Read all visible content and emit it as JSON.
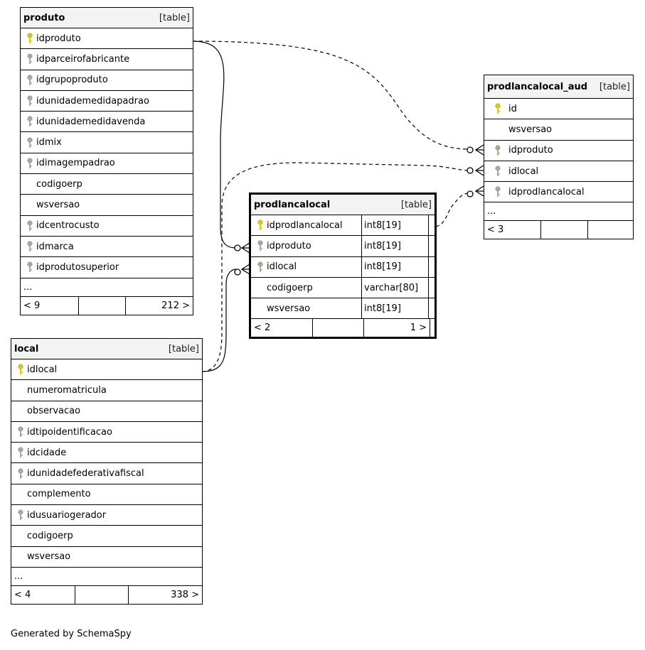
{
  "tables": {
    "produto": {
      "name": "produto",
      "tag": "[table]",
      "rows": [
        {
          "label": "idproduto",
          "key": "pk"
        },
        {
          "label": "idparceirofabricante",
          "key": "fk"
        },
        {
          "label": "idgrupoproduto",
          "key": "fk"
        },
        {
          "label": "idunidademedidapadrao",
          "key": "fk"
        },
        {
          "label": "idunidademedidavenda",
          "key": "fk"
        },
        {
          "label": "idmix",
          "key": "fk"
        },
        {
          "label": "idimagempadrao",
          "key": "fk"
        },
        {
          "label": "codigoerp",
          "key": ""
        },
        {
          "label": "wsversao",
          "key": ""
        },
        {
          "label": "idcentrocusto",
          "key": "fk"
        },
        {
          "label": "idmarca",
          "key": "fk"
        },
        {
          "label": "idprodutosuperior",
          "key": "fk"
        }
      ],
      "ellipsis": "...",
      "footer_left": "< 9",
      "footer_right": "212 >"
    },
    "local": {
      "name": "local",
      "tag": "[table]",
      "rows": [
        {
          "label": "idlocal",
          "key": "pk"
        },
        {
          "label": "numeromatricula",
          "key": ""
        },
        {
          "label": "observacao",
          "key": ""
        },
        {
          "label": "idtipoidentificacao",
          "key": "fk"
        },
        {
          "label": "idcidade",
          "key": "fk"
        },
        {
          "label": "idunidadefederativafiscal",
          "key": "fk"
        },
        {
          "label": "complemento",
          "key": ""
        },
        {
          "label": "idusuariogerador",
          "key": "fk"
        },
        {
          "label": "codigoerp",
          "key": ""
        },
        {
          "label": "wsversao",
          "key": ""
        }
      ],
      "ellipsis": "...",
      "footer_left": "< 4",
      "footer_right": "338 >"
    },
    "prodlancalocal": {
      "name": "prodlancalocal",
      "tag": "[table]",
      "rows": [
        {
          "label": "idprodlancalocal",
          "key": "pk",
          "type": "int8[19]"
        },
        {
          "label": "idproduto",
          "key": "fk",
          "type": "int8[19]"
        },
        {
          "label": "idlocal",
          "key": "fk",
          "type": "int8[19]"
        },
        {
          "label": "codigoerp",
          "key": "",
          "type": "varchar[80]"
        },
        {
          "label": "wsversao",
          "key": "",
          "type": "int8[19]"
        }
      ],
      "footer_left": "< 2",
      "footer_right": "1 >"
    },
    "prodlancalocal_aud": {
      "name": "prodlancalocal_aud",
      "tag": "[table]",
      "rows": [
        {
          "label": "id",
          "key": "pk"
        },
        {
          "label": "wsversao",
          "key": ""
        },
        {
          "label": "idproduto",
          "key": "fk"
        },
        {
          "label": "idlocal",
          "key": "fk"
        },
        {
          "label": "idprodlancalocal",
          "key": "fk"
        }
      ],
      "ellipsis": "...",
      "footer_left": "< 3"
    }
  },
  "credit": "Generated by SchemaSpy",
  "colors": {
    "pk_key": "#e6c800",
    "fk_key": "#a8a8a8",
    "header_bg": "#f3f3f3"
  }
}
